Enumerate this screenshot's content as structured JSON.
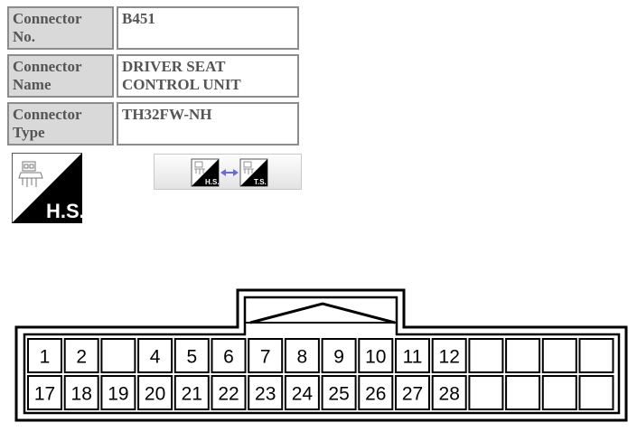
{
  "info": {
    "rows": [
      {
        "label": "Connector\nNo.",
        "label_lines": [
          "Connector",
          "No."
        ],
        "value_lines": [
          "B451"
        ]
      },
      {
        "label_lines": [
          "Connector",
          "Name"
        ],
        "value_lines": [
          "DRIVER SEAT",
          "CONTROL UNIT"
        ]
      },
      {
        "label_lines": [
          "Connector",
          "Type"
        ],
        "value_lines": [
          "TH32FW-NH"
        ]
      }
    ]
  },
  "view_icon": {
    "text": "H.S.",
    "icon": "harness-side-icon"
  },
  "switch_button": {
    "left_text": "H.S.",
    "right_text": "T.S.",
    "icon": "swap-arrows-icon"
  },
  "connector": {
    "top_row": [
      "1",
      "2",
      "",
      "4",
      "5",
      "6",
      "7",
      "8",
      "9",
      "10",
      "11",
      "12",
      "",
      "",
      "",
      ""
    ],
    "bottom_row": [
      "17",
      "18",
      "19",
      "20",
      "21",
      "22",
      "23",
      "24",
      "25",
      "26",
      "27",
      "28",
      "",
      "",
      "",
      ""
    ]
  },
  "colors": {
    "label_bg": "#d9d9d9",
    "label_text": "#555555",
    "border": "#8c8c8c",
    "arrow": "#6b6bd6"
  }
}
